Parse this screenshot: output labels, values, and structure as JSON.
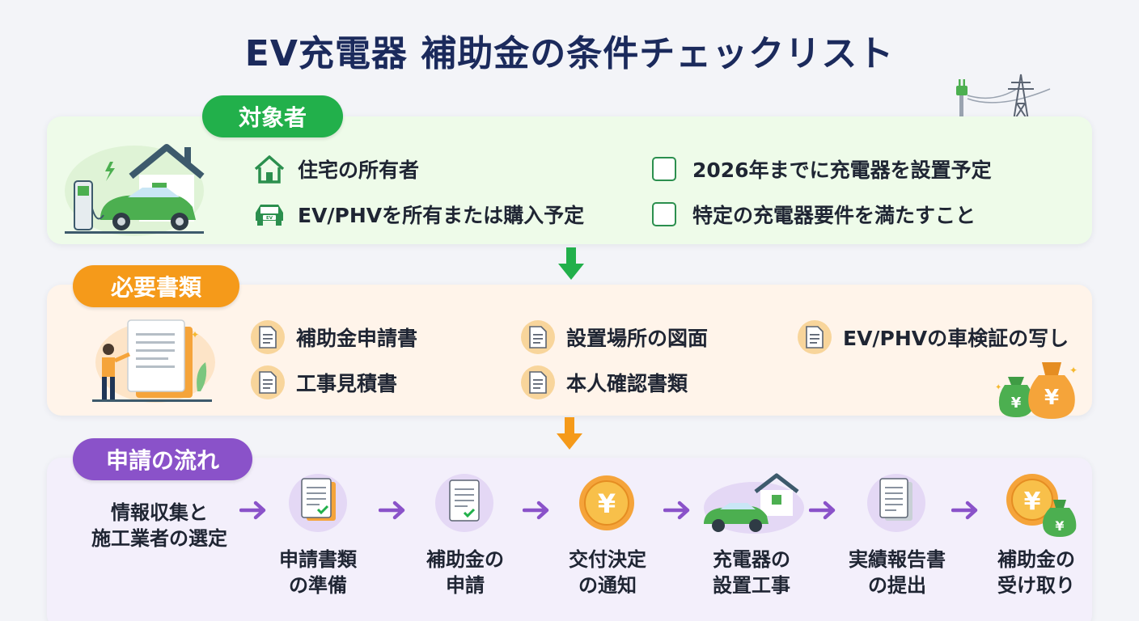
{
  "title": "EV充電器 補助金の条件チェックリスト",
  "sections": {
    "eligibility": {
      "label": "対象者",
      "items": [
        {
          "text": "住宅の所有者",
          "icon": "house-icon"
        },
        {
          "text": "EV/PHVを所有または購入予定",
          "icon": "ev-car-icon"
        },
        {
          "text": "2026年までに充電器を設置予定",
          "icon": "checkbox-icon"
        },
        {
          "text": "特定の充電器要件を満たすこと",
          "icon": "checkbox-icon"
        }
      ]
    },
    "documents": {
      "label": "必要書類",
      "items": [
        {
          "text": "補助金申請書",
          "icon": "document-icon"
        },
        {
          "text": "工事見積書",
          "icon": "document-icon"
        },
        {
          "text": "設置場所の図面",
          "icon": "document-icon"
        },
        {
          "text": "本人確認書類",
          "icon": "document-icon"
        },
        {
          "text": "EV/PHVの車検証の写し",
          "icon": "document-icon"
        }
      ]
    },
    "flow": {
      "label": "申請の流れ",
      "steps": [
        {
          "line1": "情報収集と",
          "line2": "施工業者の選定"
        },
        {
          "line1": "申請書類",
          "line2": "の準備"
        },
        {
          "line1": "補助金の",
          "line2": "申請"
        },
        {
          "line1": "交付決定",
          "line2": "の通知"
        },
        {
          "line1": "充電器の",
          "line2": "設置工事"
        },
        {
          "line1": "実績報告書",
          "line2": "の提出"
        },
        {
          "line1": "補助金の",
          "line2": "受け取り"
        }
      ]
    }
  },
  "colors": {
    "title": "#1b2a5c",
    "green": "#22b04b",
    "orange": "#f59a1a",
    "purple": "#8a52c9"
  }
}
